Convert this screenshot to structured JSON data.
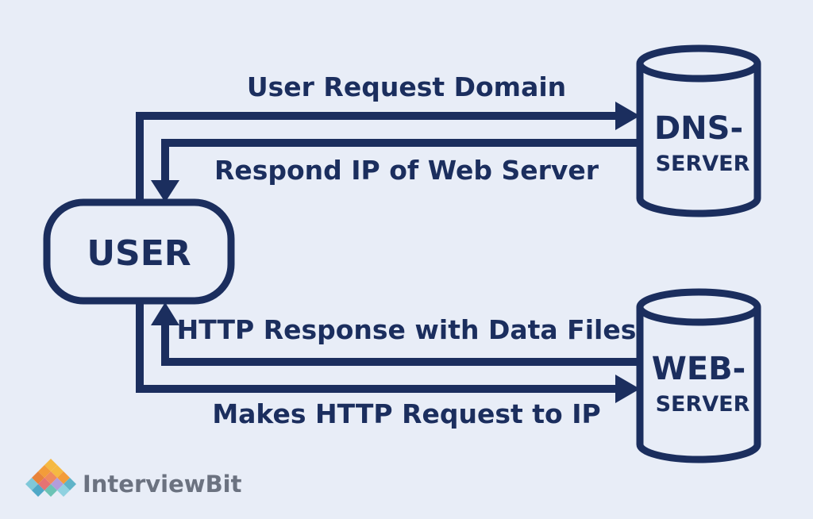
{
  "nodes": {
    "user": "USER",
    "dns_server": {
      "line1": "DNS-",
      "line2": "SERVER"
    },
    "web_server": {
      "line1": "WEB-",
      "line2": "SERVER"
    }
  },
  "edges": {
    "user_request_domain": "User Request Domain",
    "respond_ip": "Respond IP of Web Server",
    "http_response": "HTTP Response with Data Files",
    "http_request": "Makes HTTP Request to IP"
  },
  "brand": {
    "name": "InterviewBit",
    "icon": "interviewbit-logo-icon"
  },
  "colors": {
    "background": "#e8edf7",
    "primary": "#1b2e5e",
    "logo_text": "#6b7280"
  }
}
